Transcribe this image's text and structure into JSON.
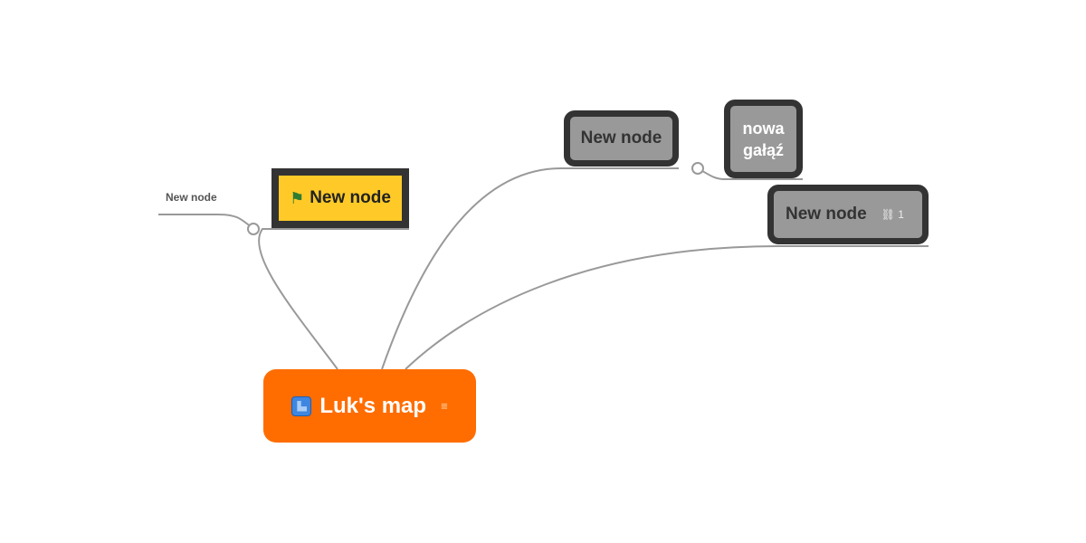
{
  "map": {
    "root": {
      "label": "Luk's map",
      "icon": "document-icon",
      "notes_icon": "notes-icon",
      "color": "#ff6d00"
    },
    "nodes": [
      {
        "id": "flag-node",
        "label": "New node",
        "icon": "flag-icon",
        "icon_glyph": "⚑",
        "fill": "#ffca28",
        "border": "#333333"
      },
      {
        "id": "plain-node",
        "label": "New node"
      },
      {
        "id": "top-node",
        "label": "New node",
        "fill": "#999999"
      },
      {
        "id": "branch-node",
        "label": "nowa gałąź",
        "line1": "nowa",
        "line2": "gałąź",
        "fill": "#999999"
      },
      {
        "id": "link-node",
        "label": "New node",
        "link_icon": "link-icon",
        "link_glyph": "🔗",
        "link_count": "1",
        "fill": "#999999"
      }
    ],
    "notes_glyph": "≡",
    "link_text": "⛓ 1"
  }
}
